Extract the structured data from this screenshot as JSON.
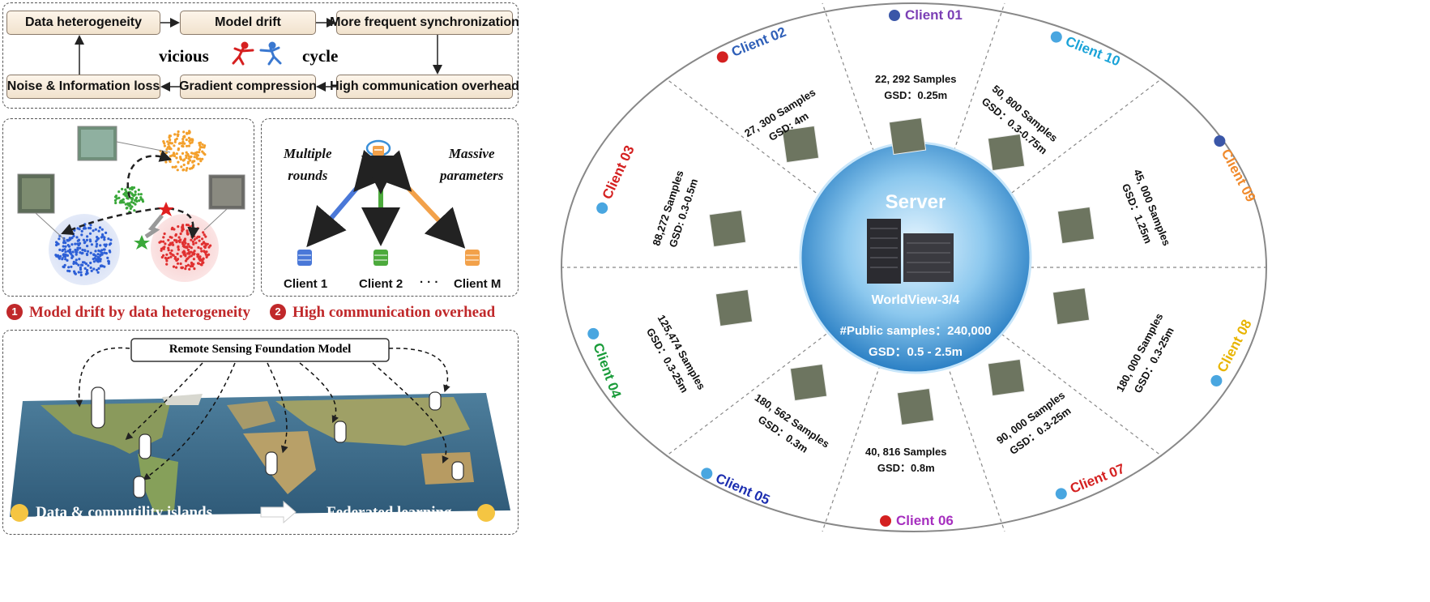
{
  "cycle": {
    "boxes": {
      "data_heterogeneity": "Data heterogeneity",
      "model_drift": "Model drift",
      "more_frequent_sync": "More frequent synchronization",
      "noise_info_loss": "Noise & Information loss",
      "gradient_compression": "Gradient compression",
      "high_comm_overhead": "High communication overhead"
    },
    "vicious": "vicious",
    "cycle": "cycle"
  },
  "comm_panel": {
    "left_text": [
      "Multiple",
      "rounds"
    ],
    "right_text": [
      "Massive",
      "parameters"
    ],
    "server": "Server",
    "clients": [
      "Client 1",
      "Client 2",
      "Client M"
    ],
    "ellipsis": "· · ·",
    "arrow_colors": [
      "#4a78d8",
      "#4caa3c",
      "#f2a14a"
    ]
  },
  "captions": {
    "c1_num": "1",
    "c1_text": "Model drift by data heterogeneity",
    "c2_num": "2",
    "c2_text": "High communication overhead"
  },
  "map_panel": {
    "foundation_model": "Remote Sensing Foundation Model",
    "left_caption": "Data & computility islands",
    "right_caption": "Federated learning"
  },
  "federation": {
    "server": {
      "title": "Server",
      "satellite": "WorldView-3/4",
      "samples": "#Public samples：240,000",
      "gsd": "GSD：0.5 - 2.5m"
    },
    "clients": [
      {
        "name": "Client 01",
        "color": "#7b3fb5",
        "samples": "22, 292 Samples",
        "gsd": "GSD：0.25m",
        "flag": "us"
      },
      {
        "name": "Client 02",
        "color": "#2e5fb8",
        "samples": "27, 300 Samples",
        "gsd": "GSD: 4m",
        "flag": "cn"
      },
      {
        "name": "Client 10",
        "color": "#1aa3d8",
        "samples": "50, 800 Samples",
        "gsd": "GSD：0.3-0.75m",
        "flag": "globe"
      },
      {
        "name": "Client 03",
        "color": "#d42020",
        "samples": "88,272 Samples",
        "gsd": "GSD: 0.3-0.5m",
        "flag": "globe"
      },
      {
        "name": "Client 09",
        "color": "#f08a2c",
        "samples": "45, 000 Samples",
        "gsd": "GSD：1.25m",
        "flag": "us"
      },
      {
        "name": "Client 04",
        "color": "#1a9c3a",
        "samples": "125,474 Samples",
        "gsd": "GSD：0.3-25m",
        "flag": "globe"
      },
      {
        "name": "Client 08",
        "color": "#e8b400",
        "samples": "180, 000 Samples",
        "gsd": "GSD：0.3-25m",
        "flag": "globe"
      },
      {
        "name": "Client 05",
        "color": "#1d2fb0",
        "samples": "180, 562 Samples",
        "gsd": "GSD：0.3m",
        "flag": "globe"
      },
      {
        "name": "Client 06",
        "color": "#a62fbf",
        "samples": "40, 816 Samples",
        "gsd": "GSD：0.8m",
        "flag": "cn"
      },
      {
        "name": "Client 07",
        "color": "#d42020",
        "samples": "90, 000 Samples",
        "gsd": "GSD：0.3-25m",
        "flag": "globe"
      }
    ]
  }
}
